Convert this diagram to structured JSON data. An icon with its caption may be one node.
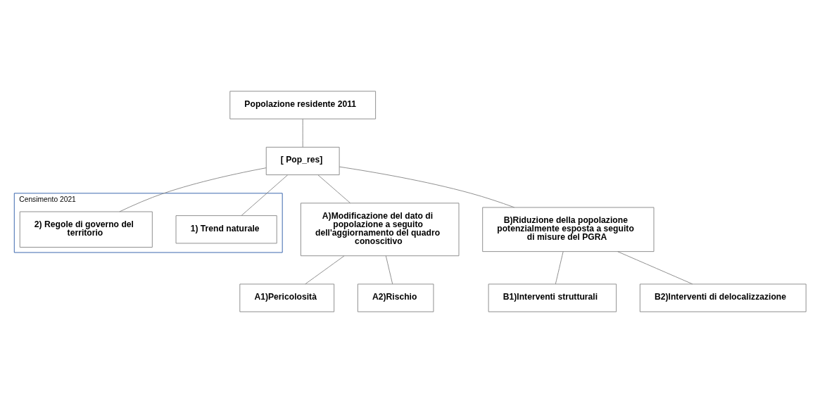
{
  "diagram": {
    "nodes": [
      {
        "text": [
          "Popolazione residente 2011"
        ]
      },
      {
        "text": [
          "[ Pop_res]"
        ]
      },
      {
        "text": [
          "Censimento 2021"
        ]
      },
      {
        "text": [
          "1) Trend naturale"
        ],
        "in": 2
      },
      {
        "text": [
          "2) Regole di governo del territorio"
        ],
        "in": 2
      },
      {
        "text": [
          "A)Modificazione del dato di popolazione a seguito dell'aggiornamento del quadro conoscitivo"
        ]
      },
      {
        "text": [
          "B)Riduzione della popolazione potenzialmente esposta a seguito di misure del PGRA"
        ]
      },
      {
        "text": [
          "A1)Pericolosità"
        ]
      },
      {
        "text": [
          "A2)Rischio"
        ]
      },
      {
        "text": [
          "B1)Interventi strutturali"
        ]
      },
      {
        "text": [
          "B2)Interventi di delocalizzazione"
        ]
      }
    ],
    "edges": [
      {
        "from": 0,
        "to": 1,
        "arrow": "none"
      },
      {
        "from": 1,
        "to": 3,
        "arrow": "none"
      },
      {
        "from": 1,
        "to": 4,
        "arrow": "none"
      },
      {
        "from": 1,
        "to": 5,
        "arrow": "none"
      },
      {
        "from": 1,
        "to": 6,
        "arrow": "none"
      },
      {
        "from": 5,
        "to": 7,
        "arrow": "none"
      },
      {
        "from": 5,
        "to": 8,
        "arrow": "none"
      },
      {
        "from": 6,
        "to": 9,
        "arrow": "none"
      },
      {
        "from": 6,
        "to": 10,
        "arrow": "none"
      }
    ]
  }
}
